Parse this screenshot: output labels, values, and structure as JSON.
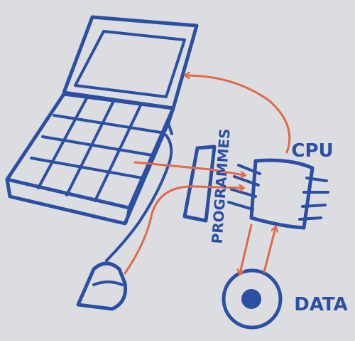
{
  "diagram": {
    "labels": {
      "cpu": "CPU",
      "programmes": "PROGRAMMES",
      "data": "DATA"
    },
    "colors": {
      "paper": "#dcdde1",
      "ink_blue": "#2b4fa3",
      "ink_red": "#e0694a"
    },
    "components": [
      "laptop",
      "mouse",
      "programmes-chip",
      "cpu-chip",
      "data-disk"
    ],
    "connections": [
      {
        "from": "cpu-chip",
        "to": "laptop-screen"
      },
      {
        "from": "laptop-keyboard",
        "to": "cpu-chip"
      },
      {
        "from": "mouse",
        "to": "cpu-chip"
      },
      {
        "from": "cpu-chip",
        "to": "data-disk"
      },
      {
        "from": "data-disk",
        "to": "cpu-chip"
      }
    ]
  }
}
